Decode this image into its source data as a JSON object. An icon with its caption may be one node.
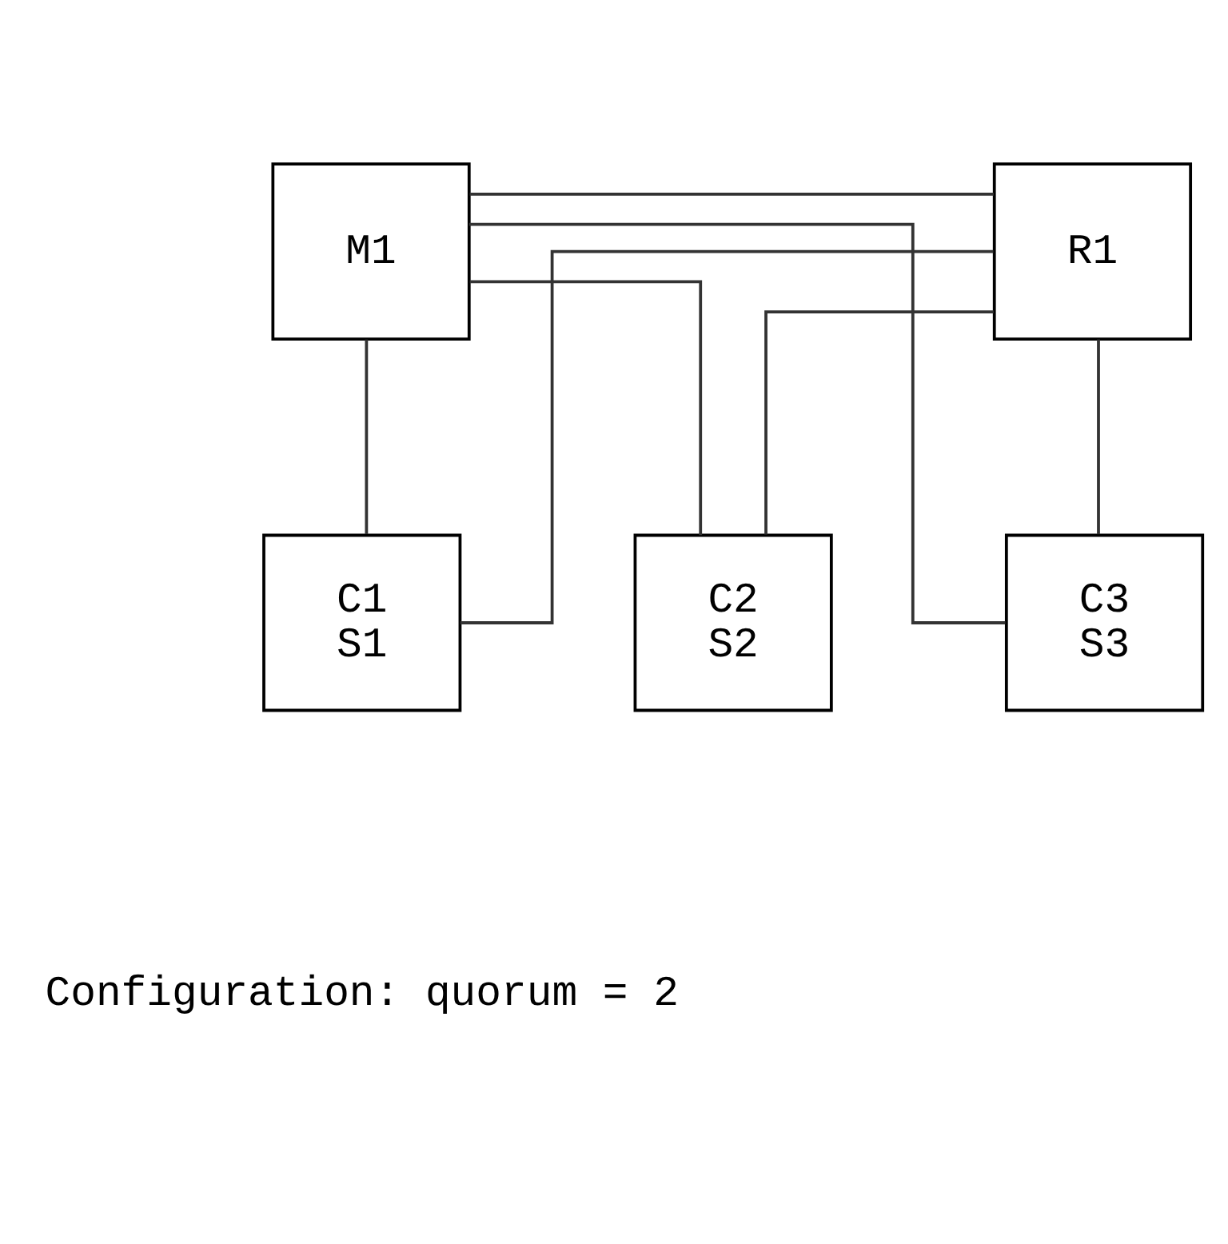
{
  "diagram": {
    "nodes": [
      {
        "text": [
          "M1"
        ]
      },
      {
        "text": [
          "R1"
        ]
      },
      {
        "text": [
          "C1",
          "S1"
        ]
      },
      {
        "text": [
          "C2",
          "S2"
        ]
      },
      {
        "text": [
          "C3",
          "S3"
        ]
      }
    ],
    "edges": [
      {
        "from": 0,
        "to": 1,
        "arrow": "none"
      },
      {
        "from": 0,
        "to": 2,
        "arrow": "none"
      },
      {
        "from": 0,
        "to": 3,
        "arrow": "none"
      },
      {
        "from": 0,
        "to": 4,
        "arrow": "none"
      },
      {
        "from": 1,
        "to": 2,
        "arrow": "none"
      },
      {
        "from": 1,
        "to": 3,
        "arrow": "none"
      },
      {
        "from": 1,
        "to": 4,
        "arrow": "none"
      }
    ],
    "labels": [
      "Configuration: quorum = 2"
    ]
  }
}
